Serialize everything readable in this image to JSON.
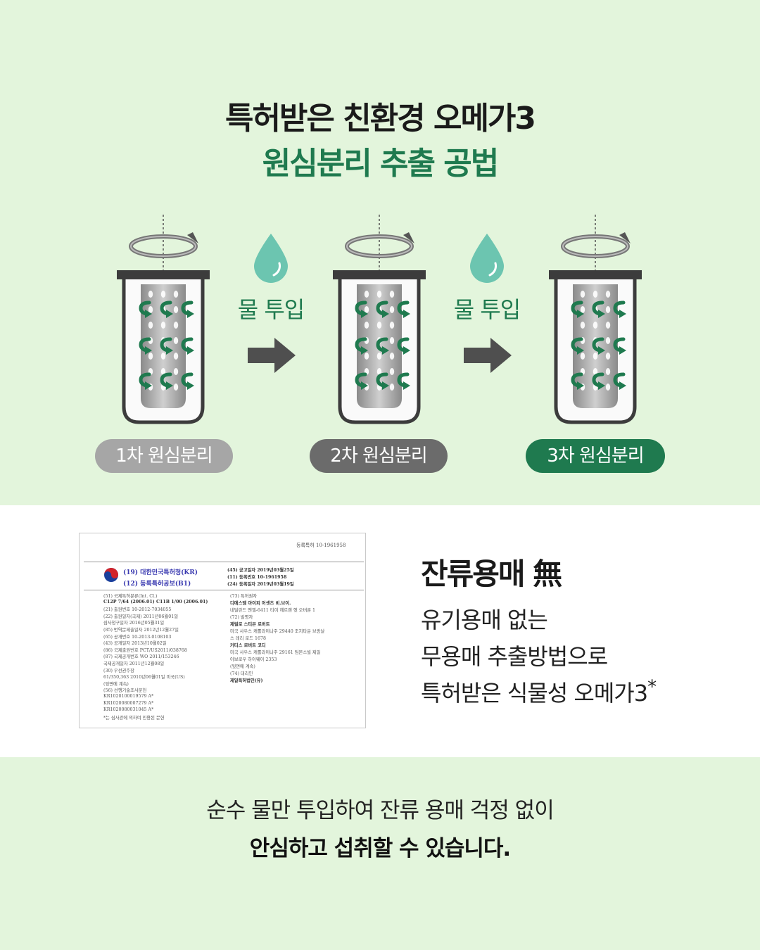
{
  "header": {
    "line1": "특허받은 친환경 오메가3",
    "line2": "원심분리 추출 공법"
  },
  "process": {
    "steps": [
      {
        "label": "1차 원심분리",
        "color": "#a6a6a6"
      },
      {
        "label": "2차 원심분리",
        "color": "#6b6b6b"
      },
      {
        "label": "3차 원심분리",
        "color": "#1f7a4f"
      }
    ],
    "water_label": "물 투입",
    "colors": {
      "accent_green": "#1f7a4f",
      "droplet": "#6cc5b0",
      "arrow": "#4f4f4f",
      "background": "#e3f5dc"
    }
  },
  "patent_document": {
    "reg_number": "등록특허 10-1961958",
    "left_lines": [
      "(51) 국제특허분류(Int. Cl.)",
      "C12P 7/64 (2006.01)   C11B 1/00 (2006.01)",
      "(21) 출원번호        10-2012-7034055",
      "(22) 출원일자(국제)   2011년06월01일",
      "     심사청구일자     2016년05월31일",
      "(85) 번역문제출일자   2012년12월27일",
      "(65) 공개번호        10-2013-0108103",
      "(43) 공개일자        2013년10월02일",
      "(86) 국제출원번호     PCT/US2011/038768",
      "(87) 국제공개번호     WO 2011/153246",
      "     국제공개일자     2011년12월08일",
      "(30) 우선권주장",
      "     61/350,363  2010년06월01일  미국(US)",
      "     (뒷면에 계속)",
      "(56) 선행기술조사문헌",
      "     KR1020100019579 A*",
      "     KR1020080007279 A*",
      "     KR1020080031045 A*",
      "     *는 심사관에 의하여 인용된 문헌"
    ],
    "right_lines": [
      "(73) 특허권자",
      "디에스엠 아이피 어셋츠 비.브이.",
      "네덜란드 엔엘-6411 티이 헤르렌 헷 오버룬 1",
      "(72) 발명자",
      "제럴로 스티븐 로버트",
      "미국 사우스 캐롤라이나주 29440 조지타운 브랑날",
      "스 레리 로드 1678",
      "커티스 로버트 코디",
      "미국 사우스 캐롤라이나주 29161 팀몬스빌 제일",
      "아보로우 하이웨이 2353",
      "(뒷면에 계속)",
      "(74) 대리인",
      "제일특허법인(유)"
    ],
    "header_left": [
      "(19) 대한민국특허청(KR)",
      "(12) 등록특허공보(B1)"
    ],
    "header_right": [
      "(45) 공고일자    2019년03월25일",
      "(11) 등록번호    10-1961958",
      "(24) 등록일자    2019년03월19일"
    ]
  },
  "solvent": {
    "title": "잔류용매 無",
    "desc": [
      "유기용매 없는",
      "무용매 추출방법으로",
      "특허받은 식물성 오메가3"
    ],
    "star": "*"
  },
  "footer": {
    "line1": "순수 물만 투입하여 잔류 용매 걱정 없이",
    "line2": "안심하고 섭취할 수 있습니다."
  }
}
